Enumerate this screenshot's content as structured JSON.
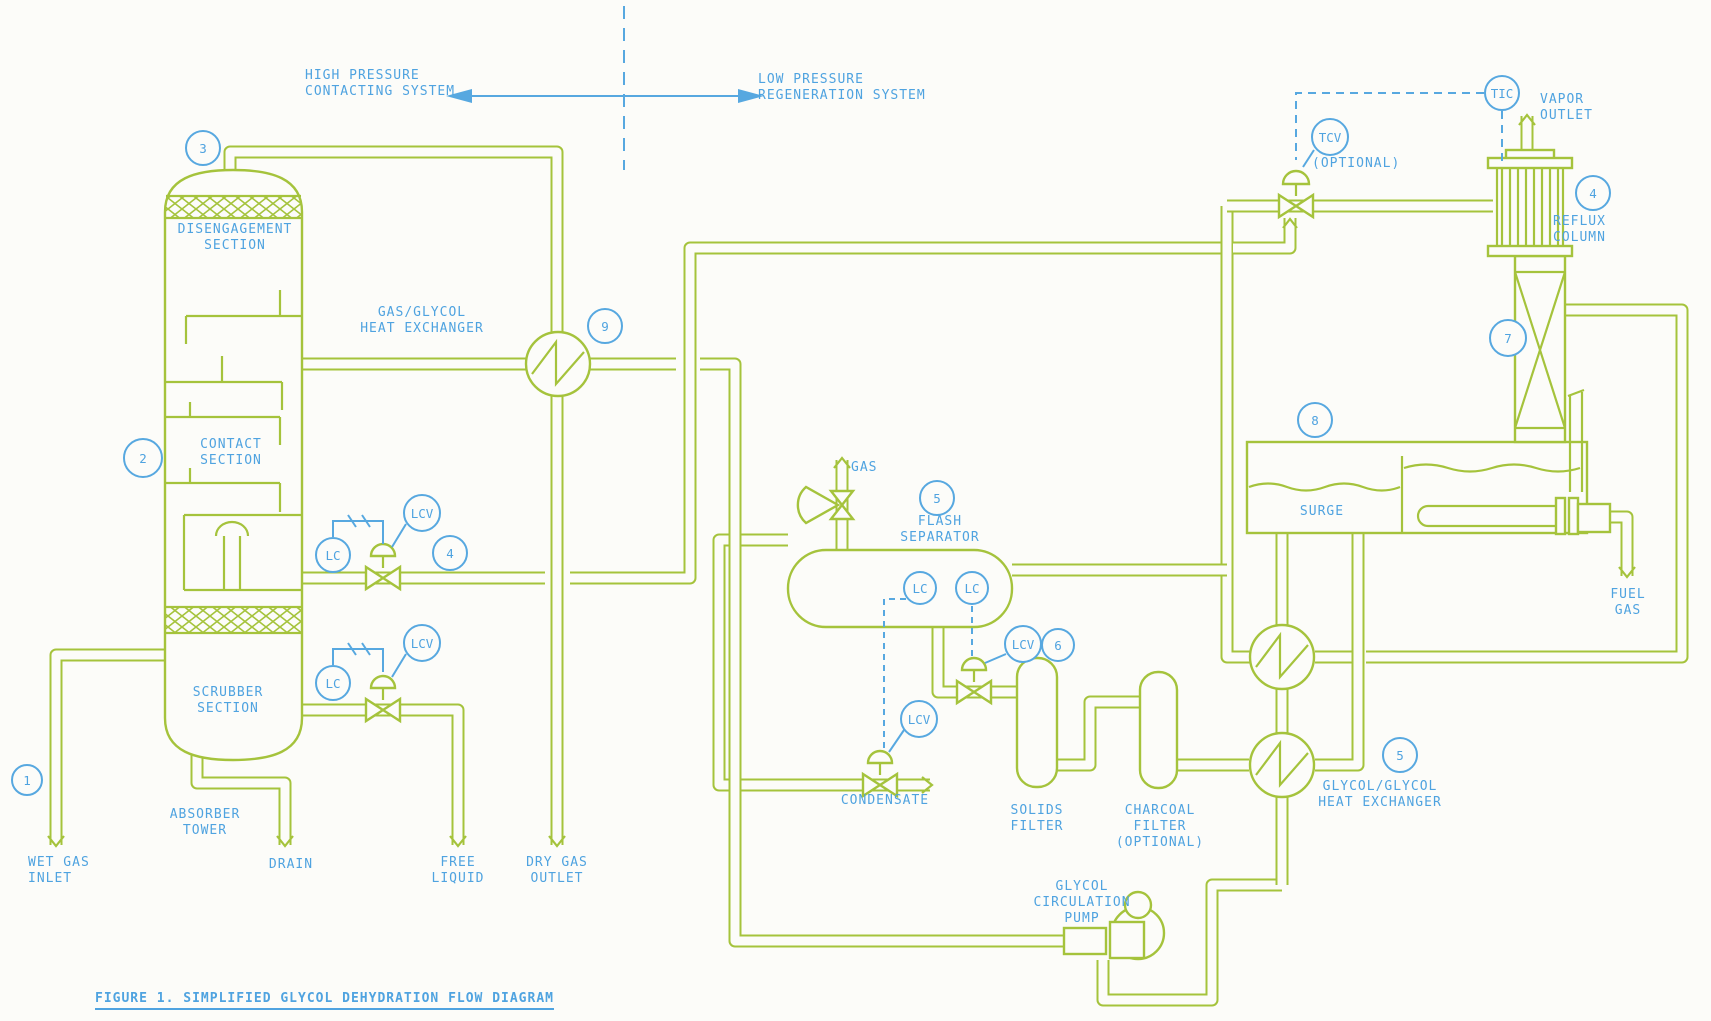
{
  "figure_caption": "FIGURE 1. SIMPLIFIED GLYCOL DEHYDRATION FLOW DIAGRAM",
  "colors": {
    "pipe_green": "#a5c33c",
    "label_blue": "#4fa3e0"
  },
  "header": {
    "left_system": "HIGH PRESSURE\nCONTACTING SYSTEM",
    "right_system": "LOW PRESSURE\nREGENERATION SYSTEM"
  },
  "labels": {
    "disengagement_section": "DISENGAGEMENT\nSECTION",
    "contact_section": "CONTACT\nSECTION",
    "scrubber_section": "SCRUBBER\nSECTION",
    "absorber_tower": "ABSORBER\nTOWER",
    "gas_glycol_hx": "GAS/GLYCOL\nHEAT EXCHANGER",
    "wet_gas_inlet": "WET GAS\nINLET",
    "drain": "DRAIN",
    "free_liquid": "FREE\nLIQUID",
    "dry_gas_outlet": "DRY GAS\nOUTLET",
    "gas": "GAS",
    "flash_separator": "FLASH\nSEPARATOR",
    "condensate": "CONDENSATE",
    "solids_filter": "SOLIDS\nFILTER",
    "charcoal_filter": "CHARCOAL\nFILTER\n(OPTIONAL)",
    "glycol_circulation_pump": "GLYCOL\nCIRCULATION\nPUMP",
    "vapor_outlet": "VAPOR\nOUTLET",
    "tcv_optional": "(OPTIONAL)",
    "reflux_column": "REFLUX\nCOLUMN",
    "surge": "SURGE",
    "fuel_gas": "FUEL\nGAS",
    "glycol_glycol_hx": "GLYCOL/GLYCOL\nHEAT EXCHANGER"
  },
  "instruments": {
    "lc": "LC",
    "lcv": "LCV",
    "tic": "TIC",
    "tcv": "TCV"
  },
  "stream_numbers": {
    "n1": "1",
    "n2": "2",
    "n3": "3",
    "n4_absorber": "4",
    "n4_reflux": "4",
    "n5_separator": "5",
    "n5_hx": "5",
    "n6": "6",
    "n7": "7",
    "n8": "8",
    "n9": "9"
  }
}
